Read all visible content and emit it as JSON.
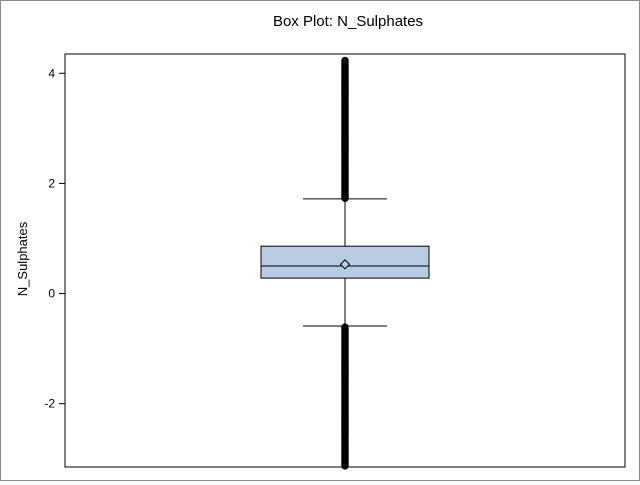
{
  "chart_data": {
    "type": "box",
    "title": "Box Plot: N_Sulphates",
    "xlabel": "",
    "ylabel": "N_Sulphates",
    "ylim": [
      -3.15,
      4.35
    ],
    "yticks": [
      -2,
      0,
      2,
      4
    ],
    "grid": false,
    "series": [
      {
        "name": "N_Sulphates",
        "whisker_low": -0.59,
        "q1": 0.28,
        "median": 0.5,
        "q3": 0.86,
        "whisker_high": 1.72,
        "mean": 0.53,
        "outliers_low_range": [
          -3.13,
          -0.6
        ],
        "outliers_high_range": [
          1.73,
          4.24
        ]
      }
    ],
    "colors": {
      "box_fill": "#b8cce4",
      "stroke": "#000000",
      "outlier": "#000000"
    }
  }
}
